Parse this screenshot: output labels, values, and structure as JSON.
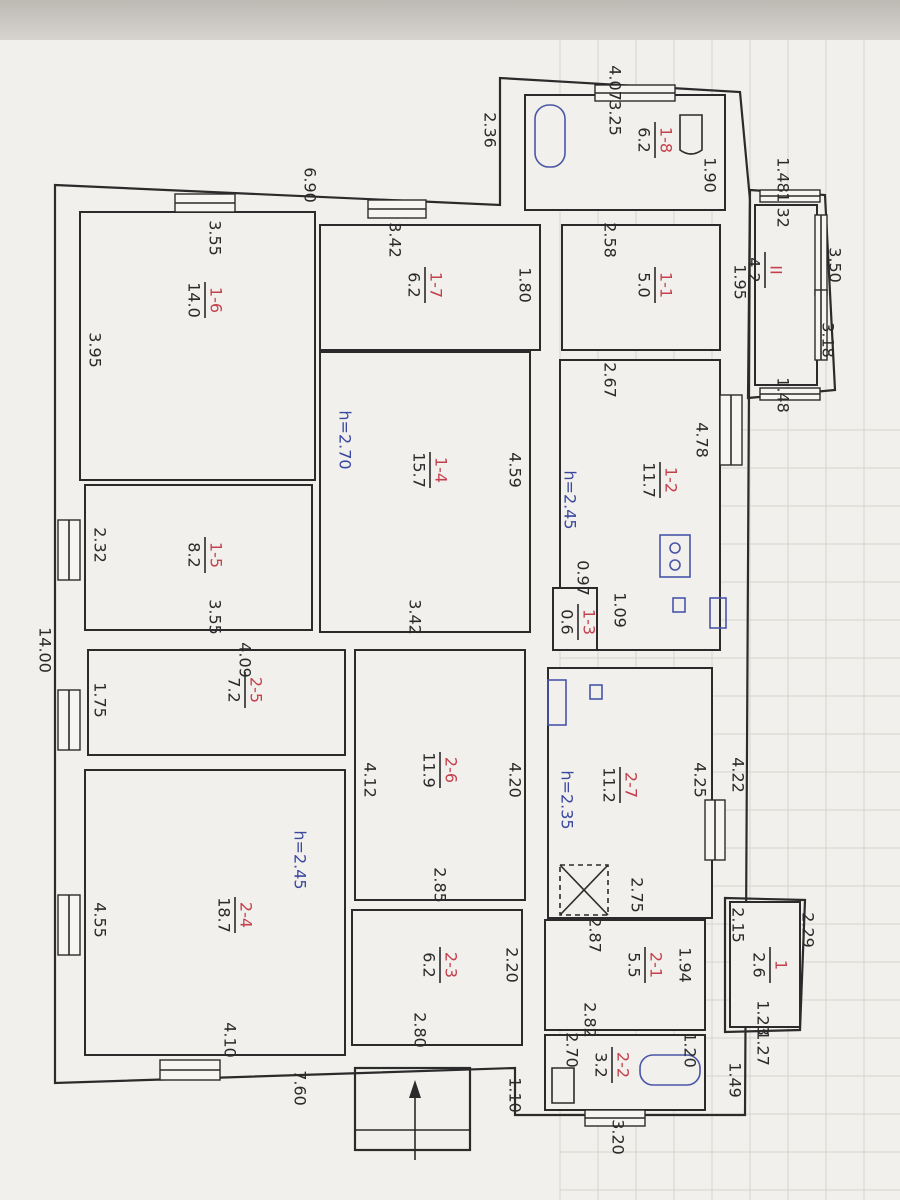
{
  "colors": {
    "ink": "#2a2a2a",
    "room_id": "#c4404c",
    "height": "#3a48a0",
    "fixture": "#4a56a8",
    "paper": "#f1f0ec"
  },
  "rooms": [
    {
      "id": "1-6",
      "area": "14.0"
    },
    {
      "id": "1-5",
      "area": "8.2"
    },
    {
      "id": "1-7",
      "area": "6.2"
    },
    {
      "id": "1-4",
      "area": "15.7"
    },
    {
      "id": "1-8",
      "area": "6.2"
    },
    {
      "id": "1-1",
      "area": "5.0"
    },
    {
      "id": "II",
      "area": "4.2"
    },
    {
      "id": "1-2",
      "area": "11.7"
    },
    {
      "id": "1-3",
      "area": "0.6"
    },
    {
      "id": "2-5",
      "area": "7.2"
    },
    {
      "id": "2-4",
      "area": "18.7"
    },
    {
      "id": "2-6",
      "area": "11.9"
    },
    {
      "id": "2-3",
      "area": "6.2"
    },
    {
      "id": "2-7",
      "area": "11.2"
    },
    {
      "id": "2-1",
      "area": "5.5"
    },
    {
      "id": "2-2",
      "area": "3.2"
    },
    {
      "id": "1",
      "area": "2.6"
    }
  ],
  "heights": [
    "h=2.70",
    "h=2.45",
    "h=2.45",
    "h=2.35"
  ],
  "dimensions": [
    "6.90",
    "14.00",
    "7.60",
    "3.55",
    "3.95",
    "2.32",
    "3.55",
    "3.42",
    "1.80",
    "3.42",
    "4.59",
    "4.07",
    "2.36",
    "3.25",
    "1.90",
    "2.58",
    "1.95",
    "1.48",
    "1.32",
    "3.50",
    "3.18",
    "1.48",
    "2.67",
    "4.78",
    "0.97",
    "1.09",
    "4.09",
    "1.75",
    "4.55",
    "4.10",
    "4.12",
    "4.20",
    "2.85",
    "2.20",
    "2.80",
    "4.25",
    "4.22",
    "2.75",
    "2.87",
    "1.94",
    "2.82",
    "2.70",
    "1.20",
    "3.20",
    "1.10",
    "2.15",
    "2.29",
    "1.23",
    "1.27",
    "1.49"
  ]
}
